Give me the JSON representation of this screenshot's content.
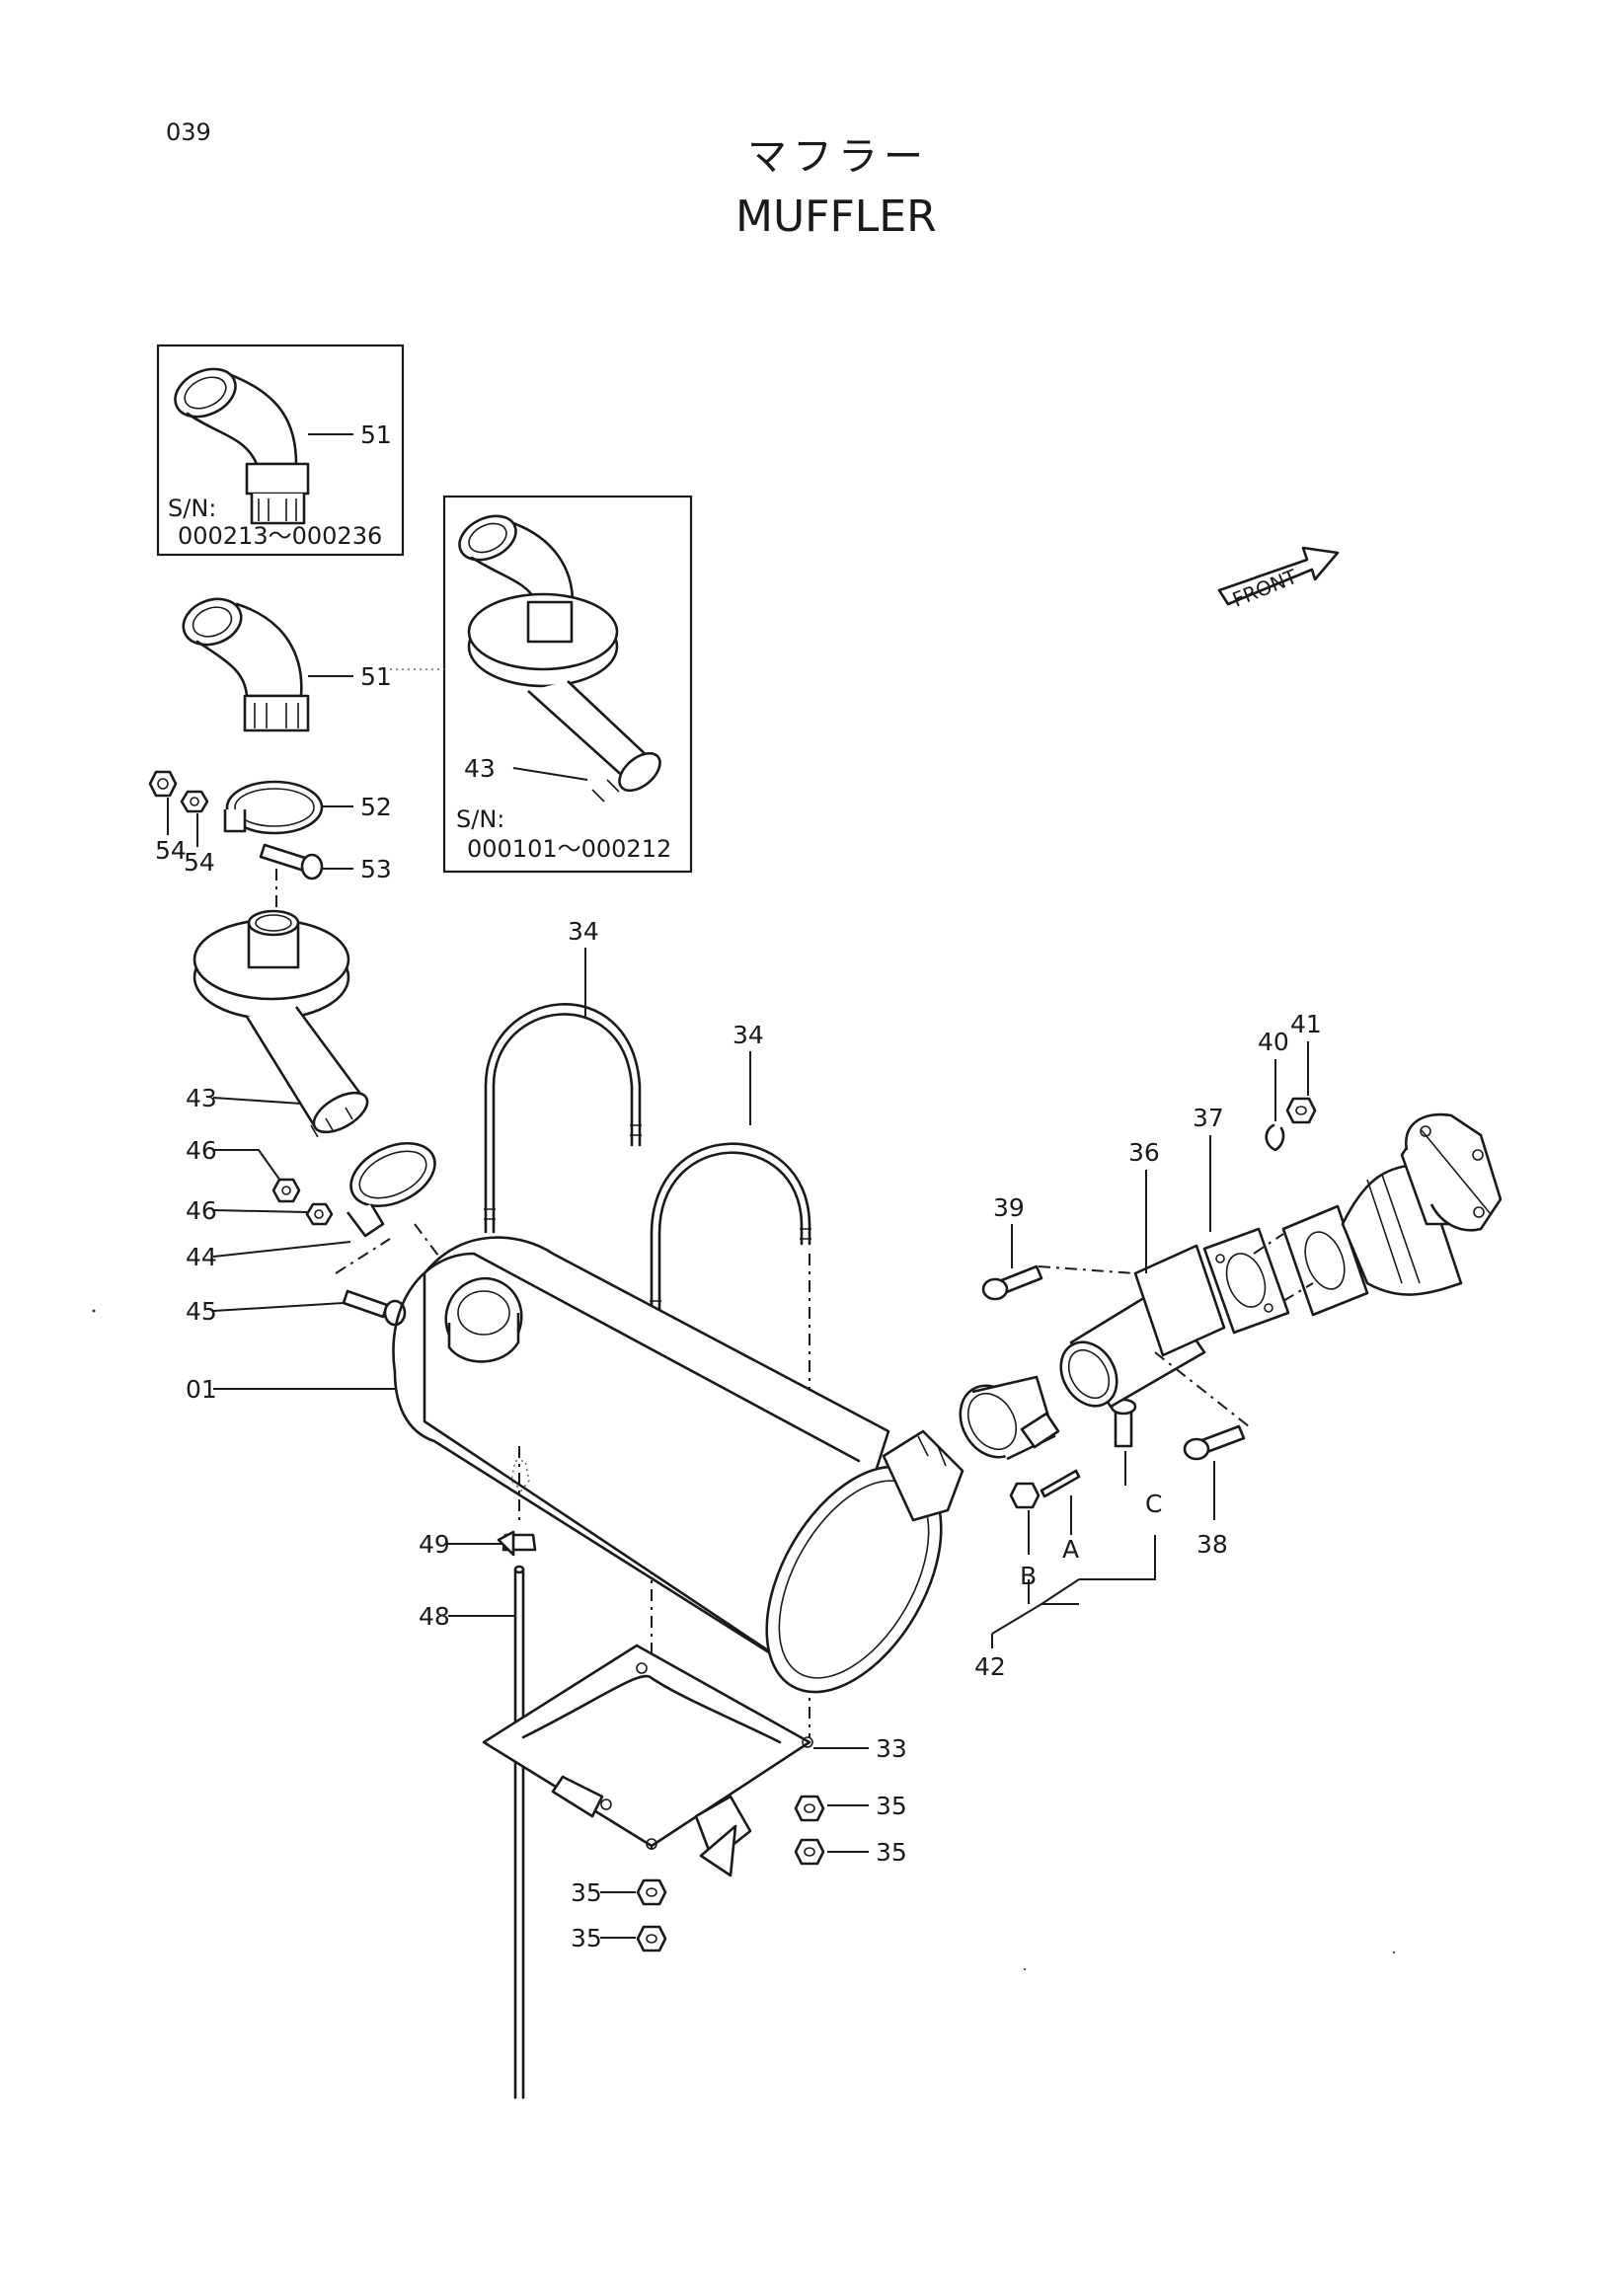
{
  "page_number": "039",
  "title_jp": "マフラー",
  "title_en": "MUFFLER",
  "front_label": "FRONT",
  "inset_top": {
    "part": "51",
    "sn_label": "S/N:",
    "sn_range": "000213～000236"
  },
  "inset_right": {
    "parts": [
      "51",
      "43"
    ],
    "sn_label": "S/N:",
    "sn_range": "000101～000212"
  },
  "callouts": {
    "c51": "51",
    "c52": "52",
    "c53": "53",
    "c54a": "54",
    "c54b": "54",
    "c43": "43",
    "c46a": "46",
    "c46b": "46",
    "c44": "44",
    "c45": "45",
    "c01": "01",
    "c49": "49",
    "c48": "48",
    "c34a": "34",
    "c34b": "34",
    "c33": "33",
    "c35a": "35",
    "c35b": "35",
    "c35c": "35",
    "c35d": "35",
    "c39": "39",
    "c36": "36",
    "c37": "37",
    "c40": "40",
    "c41": "41",
    "c38": "38",
    "c42": "42",
    "ref_a": "A",
    "ref_b": "B",
    "ref_c": "C"
  }
}
